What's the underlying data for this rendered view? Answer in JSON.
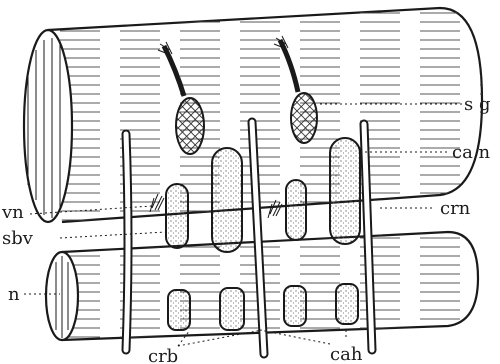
{
  "labels": {
    "sg": "s g",
    "can": "ca n",
    "vn": "vn",
    "crn": "crn",
    "sbv": "sbv",
    "n": "n",
    "crb": "crb",
    "cah": "cah"
  }
}
